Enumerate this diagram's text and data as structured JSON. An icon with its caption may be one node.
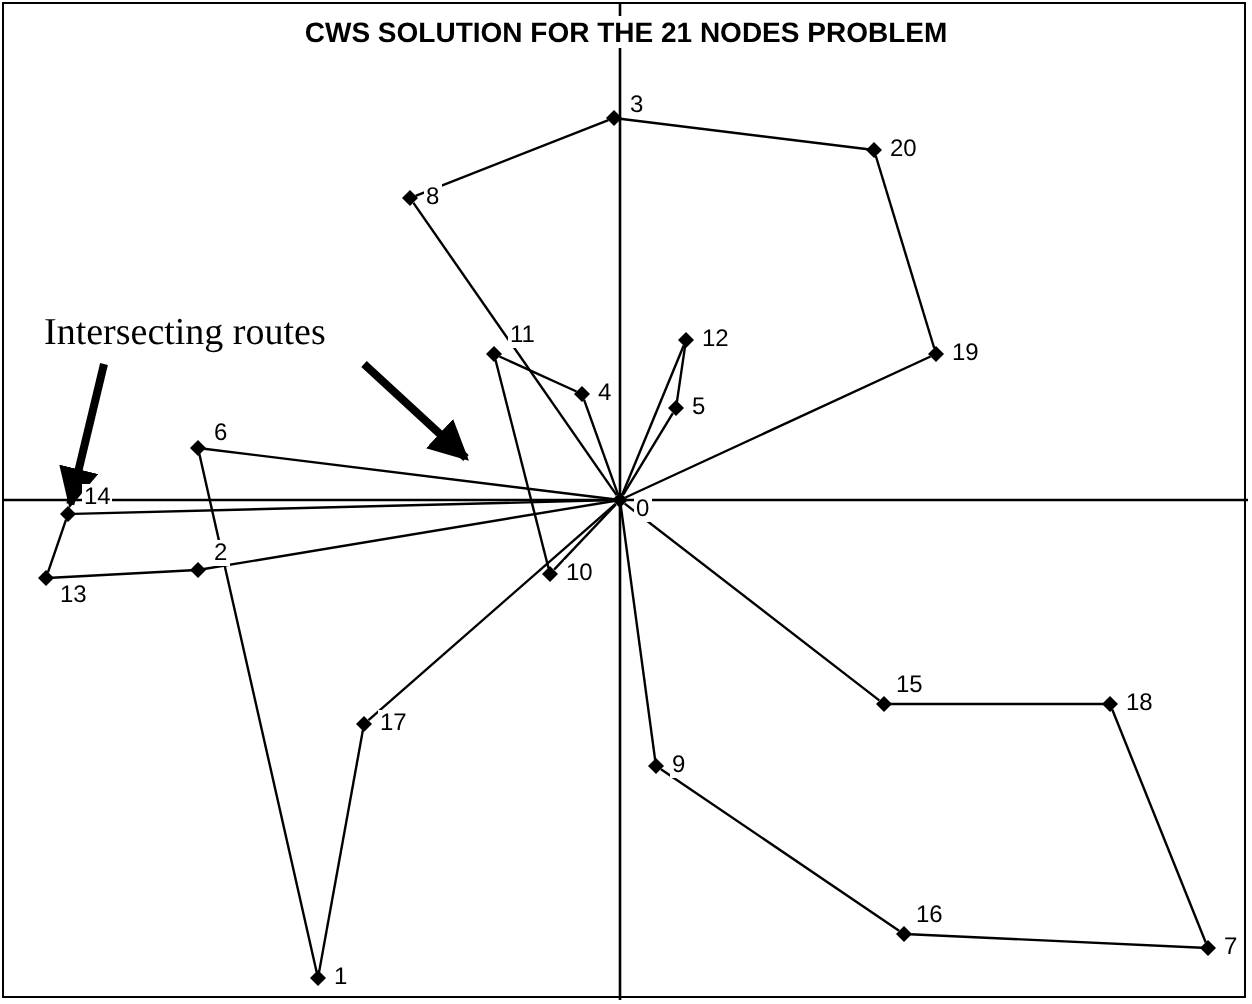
{
  "diagram": {
    "title": "CWS SOLUTION FOR THE 21 NODES PROBLEM",
    "nodes": [
      {
        "text": [],
        "shape": "diamond",
        "beside": [
          "0"
        ]
      },
      {
        "text": [],
        "shape": "diamond",
        "beside": [
          "1"
        ]
      },
      {
        "text": [],
        "shape": "diamond",
        "beside": [
          "2"
        ]
      },
      {
        "text": [],
        "shape": "diamond",
        "beside": [
          "3"
        ]
      },
      {
        "text": [],
        "shape": "diamond",
        "beside": [
          "4"
        ]
      },
      {
        "text": [],
        "shape": "diamond",
        "beside": [
          "5"
        ]
      },
      {
        "text": [],
        "shape": "diamond",
        "beside": [
          "6"
        ]
      },
      {
        "text": [],
        "shape": "diamond",
        "beside": [
          "7"
        ]
      },
      {
        "text": [],
        "shape": "diamond",
        "beside": [
          "8"
        ]
      },
      {
        "text": [],
        "shape": "diamond",
        "beside": [
          "9"
        ]
      },
      {
        "text": [],
        "shape": "diamond",
        "beside": [
          "10"
        ]
      },
      {
        "text": [],
        "shape": "diamond",
        "beside": [
          "11"
        ]
      },
      {
        "text": [],
        "shape": "diamond",
        "beside": [
          "12"
        ]
      },
      {
        "text": [],
        "shape": "diamond",
        "beside": [
          "13"
        ]
      },
      {
        "text": [],
        "shape": "diamond",
        "beside": [
          "14"
        ]
      },
      {
        "text": [],
        "shape": "diamond",
        "beside": [
          "15"
        ]
      },
      {
        "text": [],
        "shape": "diamond",
        "beside": [
          "16"
        ]
      },
      {
        "text": [],
        "shape": "diamond",
        "beside": [
          "17"
        ]
      },
      {
        "text": [],
        "shape": "diamond",
        "beside": [
          "18"
        ]
      },
      {
        "text": [],
        "shape": "diamond",
        "beside": [
          "19"
        ]
      },
      {
        "text": [],
        "shape": "diamond",
        "beside": [
          "20"
        ]
      },
      {
        "text": [
          "Intersecting routes"
        ]
      }
    ],
    "edges": [
      {
        "from": 0,
        "to": 8,
        "arrow": "none"
      },
      {
        "from": 8,
        "to": 3,
        "arrow": "none"
      },
      {
        "from": 3,
        "to": 20,
        "arrow": "none"
      },
      {
        "from": 20,
        "to": 19,
        "arrow": "none"
      },
      {
        "from": 19,
        "to": 0,
        "arrow": "none"
      },
      {
        "from": 0,
        "to": 4,
        "arrow": "none"
      },
      {
        "from": 4,
        "to": 11,
        "arrow": "none"
      },
      {
        "from": 11,
        "to": 10,
        "arrow": "none"
      },
      {
        "from": 10,
        "to": 0,
        "arrow": "none"
      },
      {
        "from": 0,
        "to": 12,
        "arrow": "none"
      },
      {
        "from": 12,
        "to": 5,
        "arrow": "none"
      },
      {
        "from": 5,
        "to": 0,
        "arrow": "none"
      },
      {
        "from": 0,
        "to": 6,
        "arrow": "none"
      },
      {
        "from": 6,
        "to": 1,
        "arrow": "none"
      },
      {
        "from": 1,
        "to": 17,
        "arrow": "none"
      },
      {
        "from": 17,
        "to": 0,
        "arrow": "none"
      },
      {
        "from": 0,
        "to": 14,
        "arrow": "none"
      },
      {
        "from": 14,
        "to": 13,
        "arrow": "none"
      },
      {
        "from": 13,
        "to": 2,
        "arrow": "none"
      },
      {
        "from": 2,
        "to": 0,
        "arrow": "none"
      },
      {
        "from": 0,
        "to": 9,
        "arrow": "none"
      },
      {
        "from": 9,
        "to": 16,
        "arrow": "none"
      },
      {
        "from": 16,
        "to": 7,
        "arrow": "none"
      },
      {
        "from": 7,
        "to": 18,
        "arrow": "none"
      },
      {
        "from": 18,
        "to": 15,
        "arrow": "none"
      },
      {
        "from": 15,
        "to": 0,
        "arrow": "none"
      },
      {
        "from": 21,
        "to": 14,
        "arrow": "to",
        "style": "thick"
      },
      {
        "from": 21,
        "to": null,
        "arrow": "to",
        "style": "thick"
      }
    ]
  }
}
